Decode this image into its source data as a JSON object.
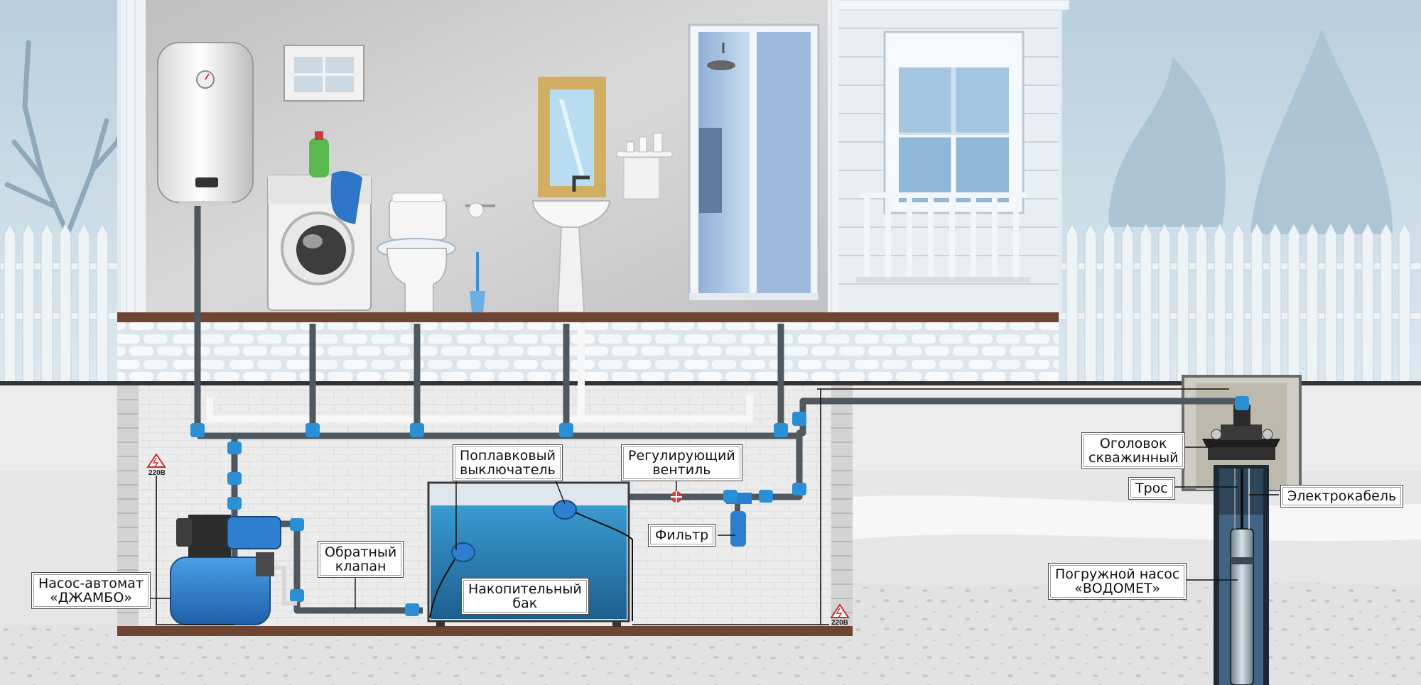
{
  "diagram": {
    "labels": {
      "pump_station": [
        "Насос-автомат",
        "«ДЖАМБО»"
      ],
      "check_valve": [
        "Обратный",
        "клапан"
      ],
      "float_switch": [
        "Поплавковый",
        "выключатель"
      ],
      "storage_tank": [
        "Накопительный",
        "бак"
      ],
      "control_valve": [
        "Регулирующий",
        "вентиль"
      ],
      "filter": [
        "Фильтр"
      ],
      "well_head": [
        "Оголовок",
        "скважинный"
      ],
      "cable_rope": [
        "Трос"
      ],
      "power_cable": [
        "Электрокабель"
      ],
      "submersible_pump": [
        "Погружной насос",
        "«ВОДОМЕТ»"
      ]
    },
    "voltage_marks": [
      "220В",
      "220В"
    ],
    "colors": {
      "pipe": "#4d5860",
      "fitting": "#2b8fd6",
      "pump_blue": "#2f7fd0",
      "tank_water": "#2f86bf",
      "background_sky": "#c9dbe6",
      "room_wall": "#c8c8c8",
      "basement": "#e9e9e9",
      "snow": "#f2f4f6",
      "floor_slab": "#7a4a36"
    },
    "icons": [
      "high-voltage-icon",
      "pressure-gauge-icon",
      "shower-head-icon"
    ]
  }
}
